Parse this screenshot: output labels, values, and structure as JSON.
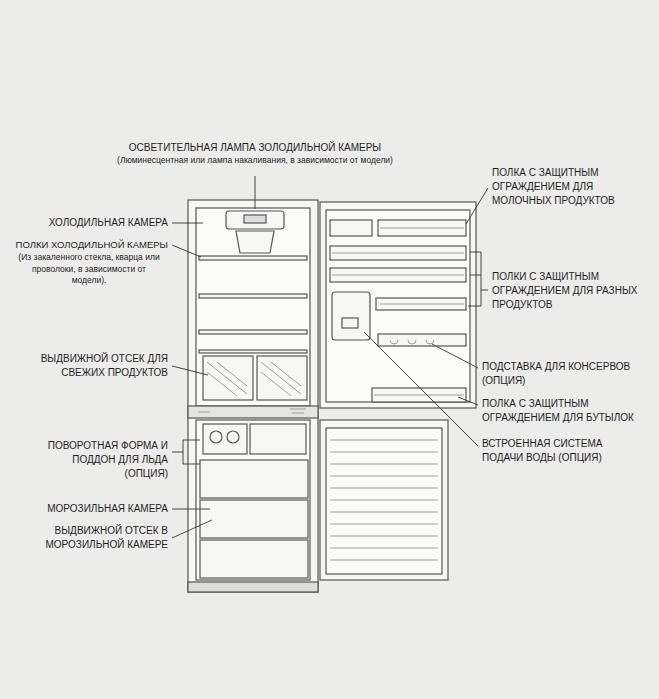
{
  "diagram": {
    "labels": [
      "ОСВЕТИТЕЛЬНАЯ ЛАМПА ЗОЛОДИЛЬНОЙ КАМЕРЫ",
      "(Люминесцентная или лампа накаливания, в зависимости от модели)",
      "ХОЛОДИЛЬНАЯ КАМЕРА",
      "ПОЛКИ ХОЛОДИЛЬНОЙ КАМЕРЫ",
      "(Из закаленного стекла, кварца или проволоки, в зависимости от модели).",
      "ВЫДВИЖНОЙ ОТСЕК ДЛЯ СВЕЖИХ ПРОДУКТОВ",
      "ПОВОРОТНАЯ ФОРМА И ПОДДОН ДЛЯ ЛЬДА (ОПЦИЯ)",
      "МОРОЗИЛЬНАЯ КАМЕРА",
      "ВЫДВИЖНОЙ ОТСЕК В МОРОЗИЛЬНОЙ КАМЕРЕ",
      "ПОЛКА С ЗАЩИТНЫМ ОГРАЖДЕНИЕМ ДЛЯ МОЛОЧНЫХ ПРОДУКТОВ",
      "ПОЛКИ С ЗАЩИТНЫМ ОГРАЖДЕНИЕМ ДЛЯ РАЗНЫХ ПРОДУКТОВ",
      "ПОДСТАВКА ДЛЯ КОНСЕРВОВ (ОПЦИЯ)",
      "ПОЛКА С ЗАЩИТНЫМ ОГРАЖДЕНИЕМ ДЛЯ БУТЫЛОК",
      "ВСТРОЕННАЯ СИСТЕМА ПОДАЧИ ВОДЫ (ОПЦИЯ)"
    ]
  }
}
